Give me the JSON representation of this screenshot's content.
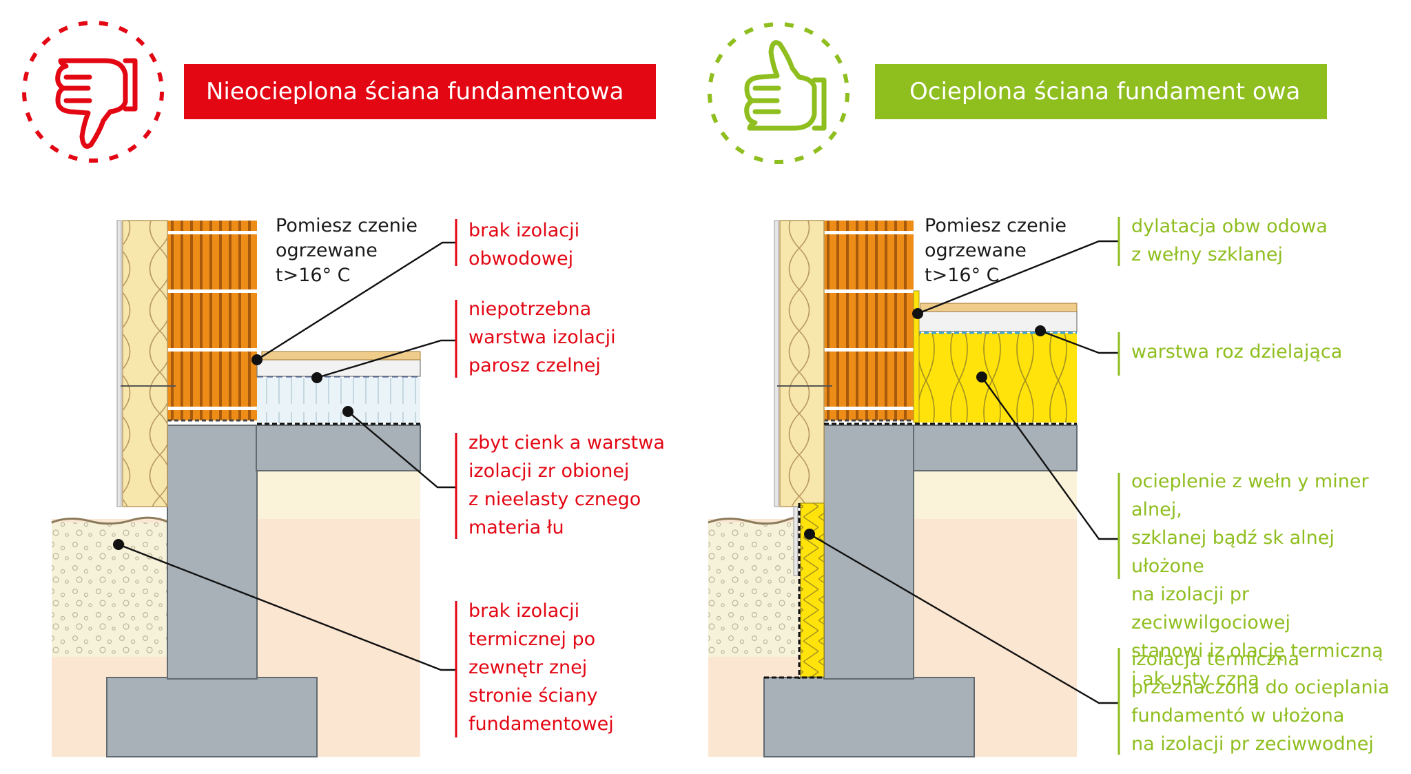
{
  "colors": {
    "bad": "#e30613",
    "good": "#8fbe1f",
    "brick": "#ee8c18",
    "concrete": "#a8b1b8",
    "soil": "#fbe6d2",
    "gravel": "#f6f2da",
    "insulation_yellow": "#ffe30a",
    "insulation_beige": "#f8e7ad"
  },
  "left": {
    "banner": "Nieocieplona ściana fundamentowa",
    "icon": "thumbs-down-icon",
    "room": "Pomiesz czenie\nogrzewane\nt>16° C",
    "labels": [
      "brak izolacji\nobwodowej",
      "niepotrzebna\nwarstwa izolacji\nparosz czelnej",
      "zbyt cienk a warstwa\nizolacji zr obionej\nz nieelasty cznego\nmateria łu",
      "brak izolacji\ntermicznej po\nzewnętr znej\nstronie ściany\nfundamentowej"
    ]
  },
  "right": {
    "banner": "Ocieplona ściana fundament  owa",
    "icon": "thumbs-up-icon",
    "room": "Pomiesz czenie\nogrzewane\nt>16° C",
    "labels": [
      "dylatacja obw odowa\nz wełny szklanej",
      "warstwa roz dzielająca",
      "ocieplenie z wełn y miner alnej,\nszklanej bądź sk alnej ułożone\nna izolacji pr zeciwwilgociowej\nstanowi iz olację termiczną\ni ak usty czną",
      "izolacja termiczna\nprzeznaczona do ocieplania\nfundamentó w ułożona\nna izolacji pr zeciwwodnej"
    ]
  }
}
